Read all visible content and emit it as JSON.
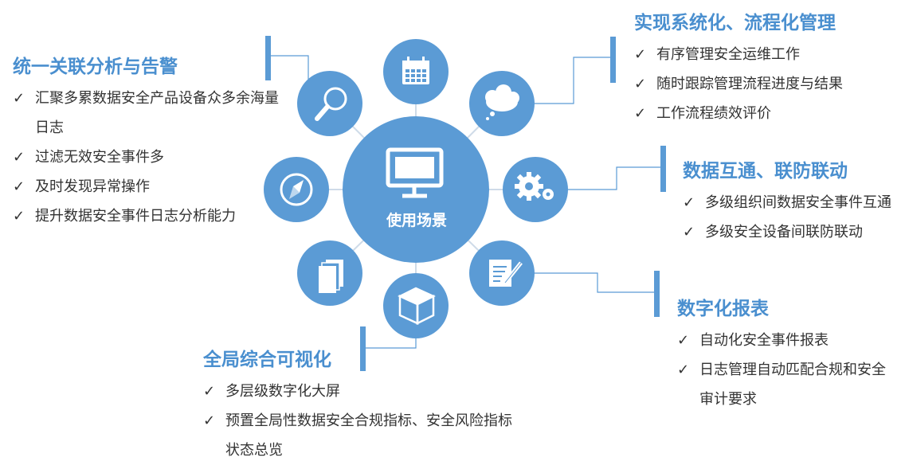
{
  "center": {
    "label": "使用场景",
    "icon": "monitor-icon"
  },
  "colors": {
    "circle": "#5b9bd5",
    "accent": "#4a8fcf",
    "connector": "#cfdbe8",
    "bar": "#5b9bd5",
    "text": "#333333"
  },
  "satellites": [
    {
      "name": "search",
      "icon": "magnifier-icon"
    },
    {
      "name": "calendar",
      "icon": "calendar-icon"
    },
    {
      "name": "cloud",
      "icon": "cloud-icon"
    },
    {
      "name": "gears",
      "icon": "gears-icon"
    },
    {
      "name": "notepad",
      "icon": "notepad-pen-icon"
    },
    {
      "name": "box",
      "icon": "box-icon"
    },
    {
      "name": "documents",
      "icon": "documents-icon"
    },
    {
      "name": "compass",
      "icon": "compass-icon"
    }
  ],
  "sections": {
    "left": {
      "title": "统一关联分析与告警",
      "items": [
        "汇聚多累数据安全产品设备众多余海量日志",
        "过滤无效安全事件多",
        "及时发现异常操作",
        "提升数据安全事件日志分析能力"
      ]
    },
    "top_right": {
      "title": "实现系统化、流程化管理",
      "items": [
        "有序管理安全运维工作",
        "随时跟踪管理流程进度与结果",
        "工作流程绩效评价"
      ]
    },
    "mid_right": {
      "title": "数据互通、联防联动",
      "items": [
        "多级组织间数据安全事件互通",
        "多级安全设备间联防联动"
      ]
    },
    "lower_right": {
      "title": "数字化报表",
      "items": [
        "自动化安全事件报表",
        "日志管理自动匹配合规和安全审计要求"
      ]
    },
    "bottom": {
      "title": "全局综合可视化",
      "items": [
        "多层级数字化大屏",
        "预置全局性数据安全合规指标、安全风险指标状态总览"
      ]
    }
  }
}
